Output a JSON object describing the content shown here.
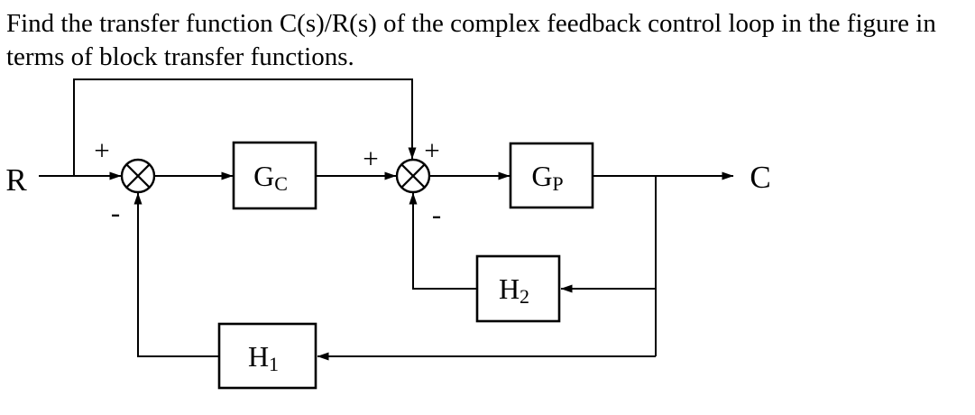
{
  "colors": {
    "ink": "#000000",
    "background": "#ffffff"
  },
  "title": {
    "line1": "Find the transfer function C(s)/R(s) of the complex feedback control loop in the figure in",
    "line2": "terms of block transfer functions."
  },
  "diagram": {
    "input_label": "R",
    "output_label": "C",
    "blocks": [
      {
        "base": "G",
        "sub": "C"
      },
      {
        "base": "G",
        "sub": "P"
      },
      {
        "base": "H",
        "sub": "2"
      },
      {
        "base": "H",
        "sub": "1"
      }
    ],
    "signs": {
      "sum1_input": "+",
      "sum1_feedback": "-",
      "sum2_input": "+",
      "sum2_feedforward": "+",
      "sum2_feedback": "-"
    }
  }
}
